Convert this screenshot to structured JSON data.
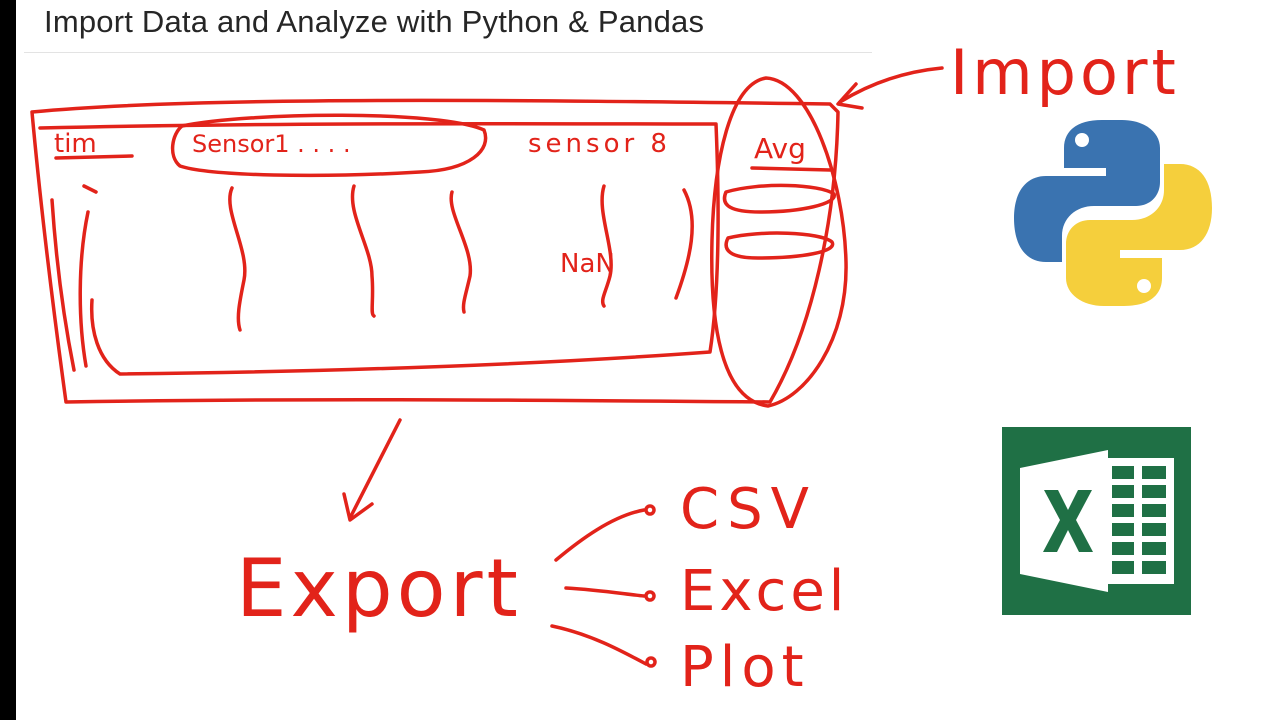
{
  "header": {
    "title": "Import Data and Analyze with Python & Pandas"
  },
  "diagram": {
    "ink_color": "#e2231a",
    "table": {
      "time_label": "tim",
      "sensor_first_label": "Sensor1 . . . .",
      "sensor_last_label": "sensor 8",
      "avg_label": "Avg",
      "missing_label": "NaN"
    },
    "import_label": "Import",
    "export_label": "Export",
    "outputs": [
      "CSV",
      "Excel",
      "Plot"
    ]
  },
  "logos": {
    "python": {
      "icon": "python-logo-icon",
      "blue": "#3a73b0",
      "yellow": "#f5cf3c"
    },
    "excel": {
      "icon": "excel-logo-icon",
      "green": "#1f7045"
    }
  }
}
